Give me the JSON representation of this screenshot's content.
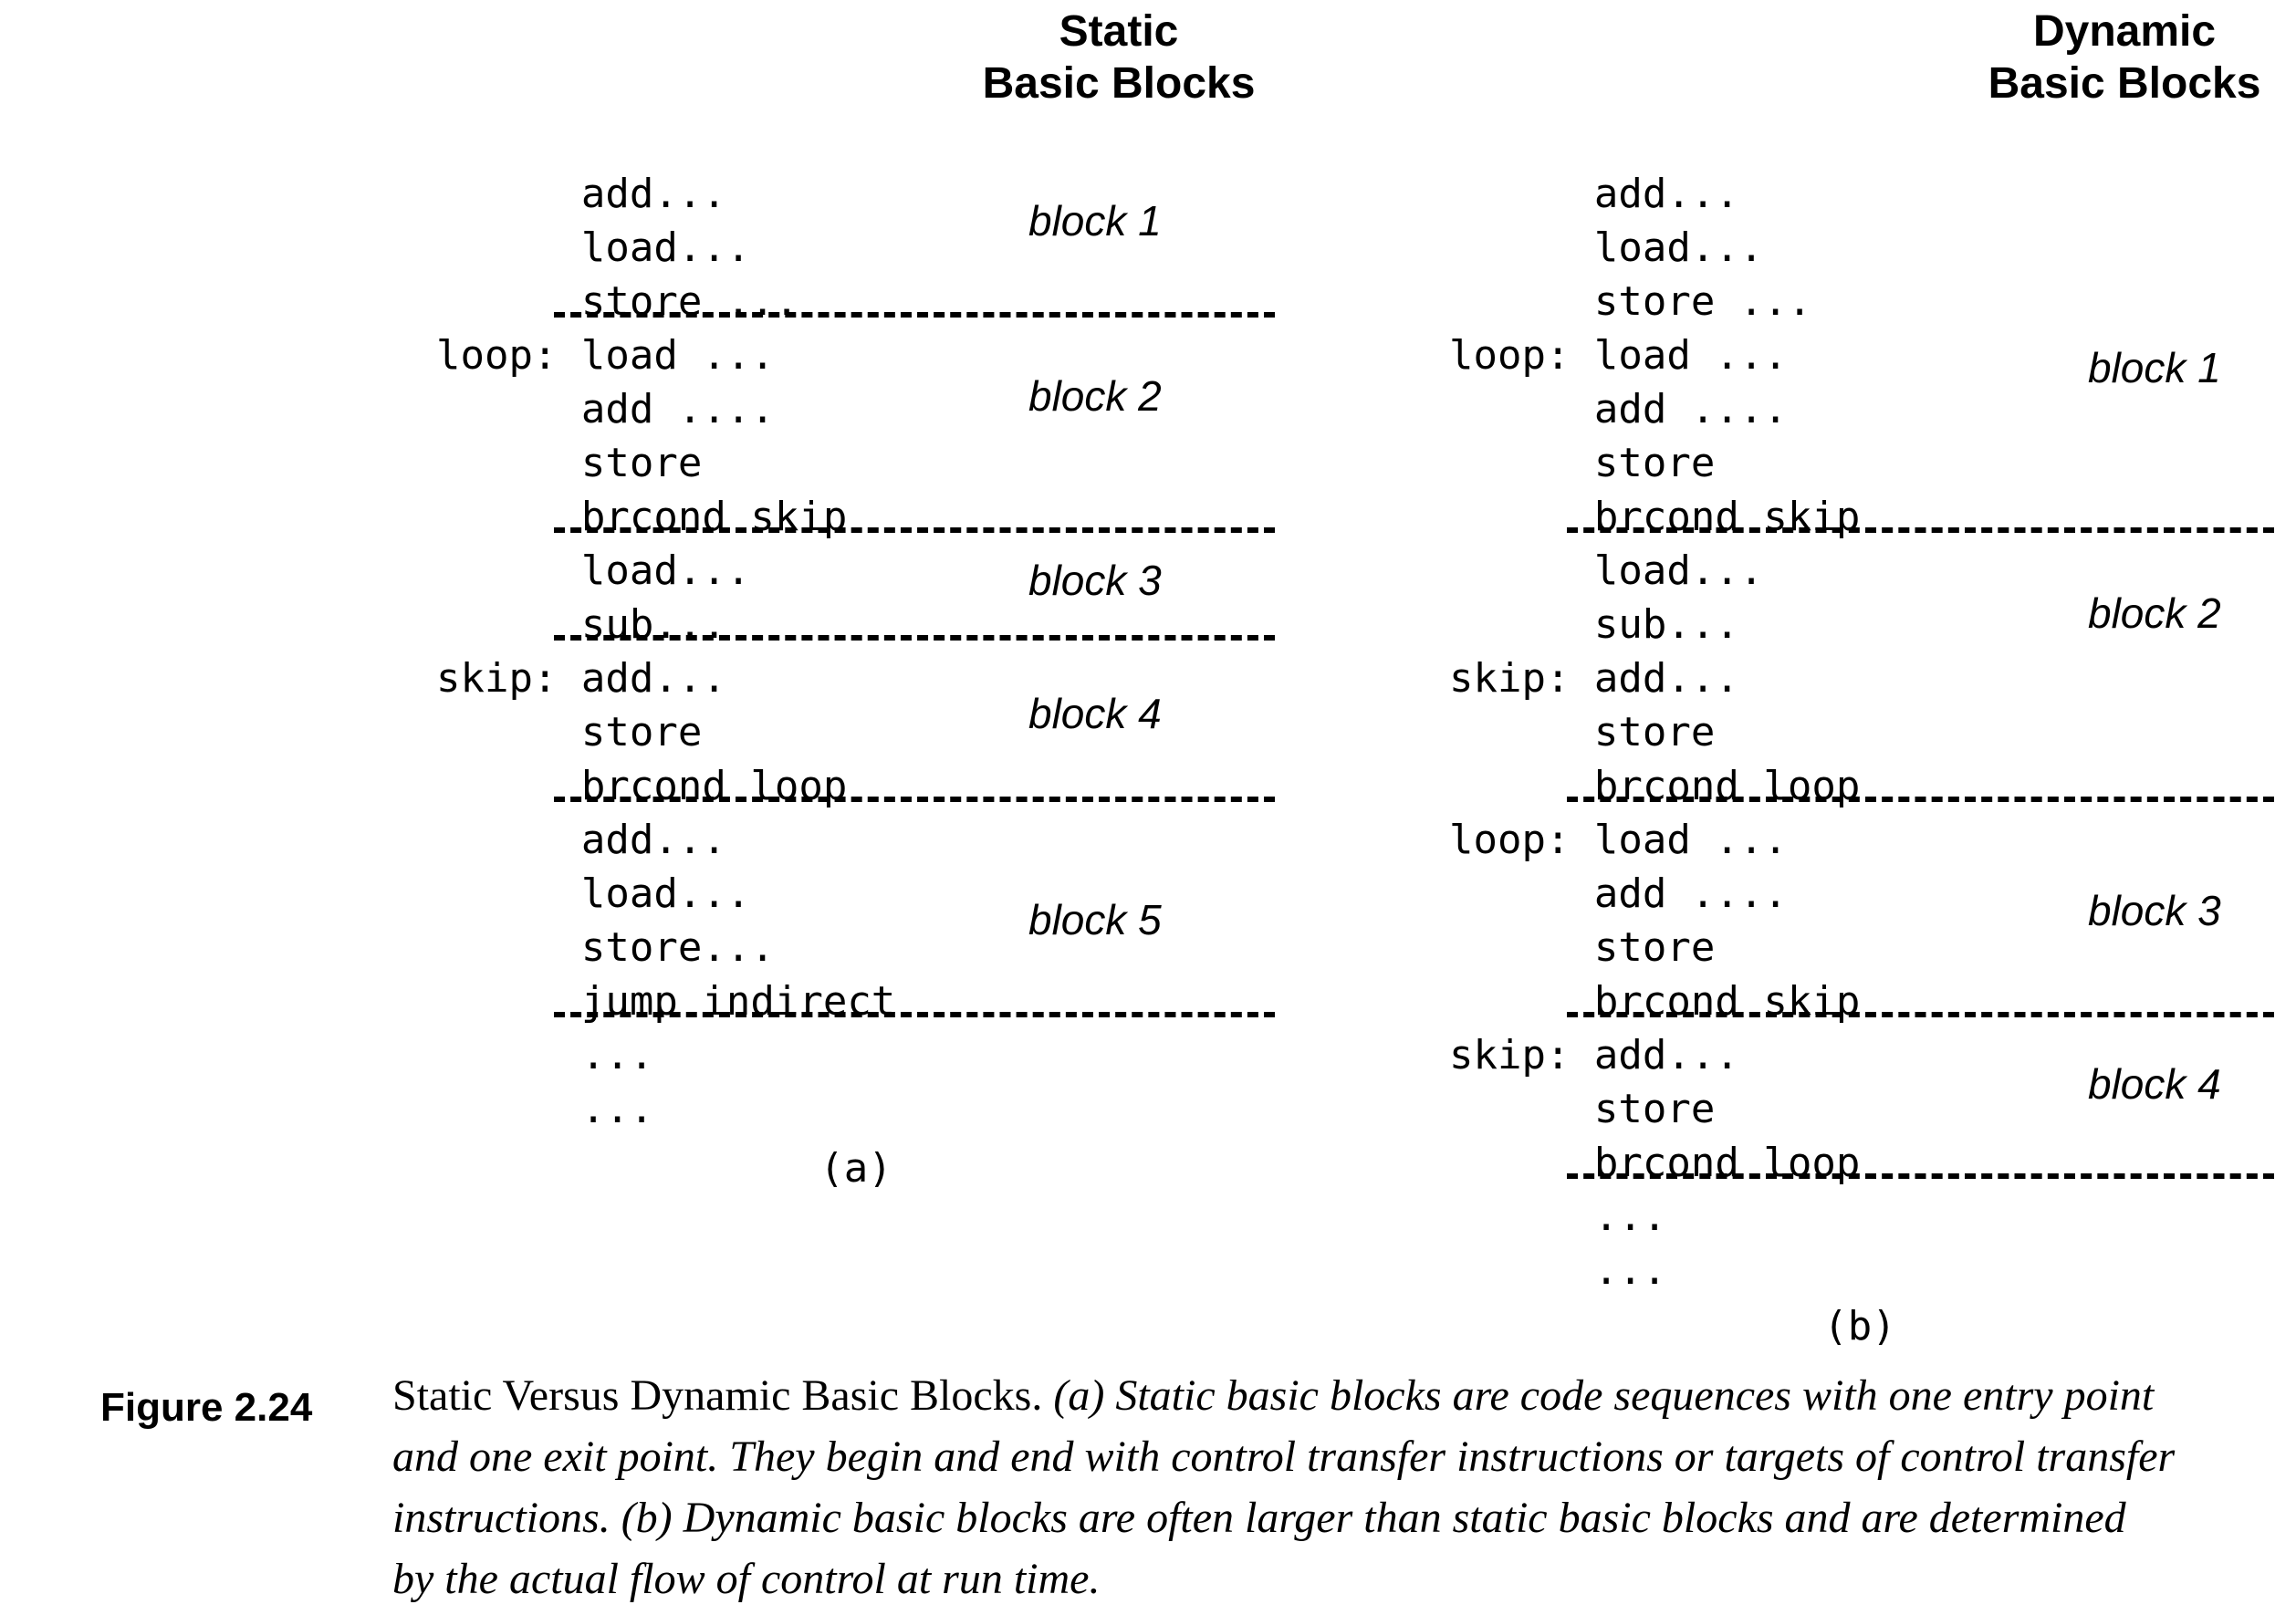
{
  "colors": {
    "ink": "#000000",
    "paper": "#ffffff"
  },
  "figure": {
    "panel_a": {
      "title_line1": "Static",
      "title_line2": "Basic Blocks",
      "sublabel": "(a)",
      "block_labels": [
        "block 1",
        "block 2",
        "block 3",
        "block 4",
        "block 5"
      ],
      "code": [
        {
          "label": "",
          "text": "add..."
        },
        {
          "label": "",
          "text": "load..."
        },
        {
          "label": "",
          "text": "store ..."
        },
        {
          "label": "loop:",
          "text": "load ..."
        },
        {
          "label": "",
          "text": "add ...."
        },
        {
          "label": "",
          "text": "store"
        },
        {
          "label": "",
          "text": "brcond skip"
        },
        {
          "label": "",
          "text": "load..."
        },
        {
          "label": "",
          "text": "sub..."
        },
        {
          "label": "skip:",
          "text": "add..."
        },
        {
          "label": "",
          "text": "store"
        },
        {
          "label": "",
          "text": "brcond loop"
        },
        {
          "label": "",
          "text": "add..."
        },
        {
          "label": "",
          "text": "load..."
        },
        {
          "label": "",
          "text": "store..."
        },
        {
          "label": "",
          "text": "jump indirect"
        },
        {
          "label": "",
          "text": "..."
        },
        {
          "label": "",
          "text": "..."
        }
      ]
    },
    "panel_b": {
      "title_line1": "Dynamic",
      "title_line2": "Basic Blocks",
      "sublabel": "(b)",
      "block_labels": [
        "block 1",
        "block 2",
        "block 3",
        "block 4"
      ],
      "code": [
        {
          "label": "",
          "text": "add..."
        },
        {
          "label": "",
          "text": "load..."
        },
        {
          "label": "",
          "text": "store ..."
        },
        {
          "label": "loop:",
          "text": "load ..."
        },
        {
          "label": "",
          "text": "add ...."
        },
        {
          "label": "",
          "text": "store"
        },
        {
          "label": "",
          "text": "brcond skip"
        },
        {
          "label": "",
          "text": "load..."
        },
        {
          "label": "",
          "text": "sub..."
        },
        {
          "label": "skip:",
          "text": "add..."
        },
        {
          "label": "",
          "text": "store"
        },
        {
          "label": "",
          "text": "brcond loop"
        },
        {
          "label": "loop:",
          "text": "load ..."
        },
        {
          "label": "",
          "text": "add ...."
        },
        {
          "label": "",
          "text": "store"
        },
        {
          "label": "",
          "text": "brcond skip"
        },
        {
          "label": "skip:",
          "text": "add..."
        },
        {
          "label": "",
          "text": "store"
        },
        {
          "label": "",
          "text": "brcond loop"
        },
        {
          "label": "",
          "text": "..."
        },
        {
          "label": "",
          "text": "..."
        }
      ]
    }
  },
  "caption": {
    "figure_label": "Figure 2.24",
    "lead": "Static Versus Dynamic Basic Blocks.",
    "line1_rest": "(a) Static basic blocks are code sequences with one entry point",
    "line2": "and one exit point. They begin and end with control transfer instructions or targets of control transfer",
    "line3": "instructions. (b) Dynamic basic blocks are often larger than static basic blocks and are determined",
    "line4": "by the actual flow of control at run time."
  }
}
